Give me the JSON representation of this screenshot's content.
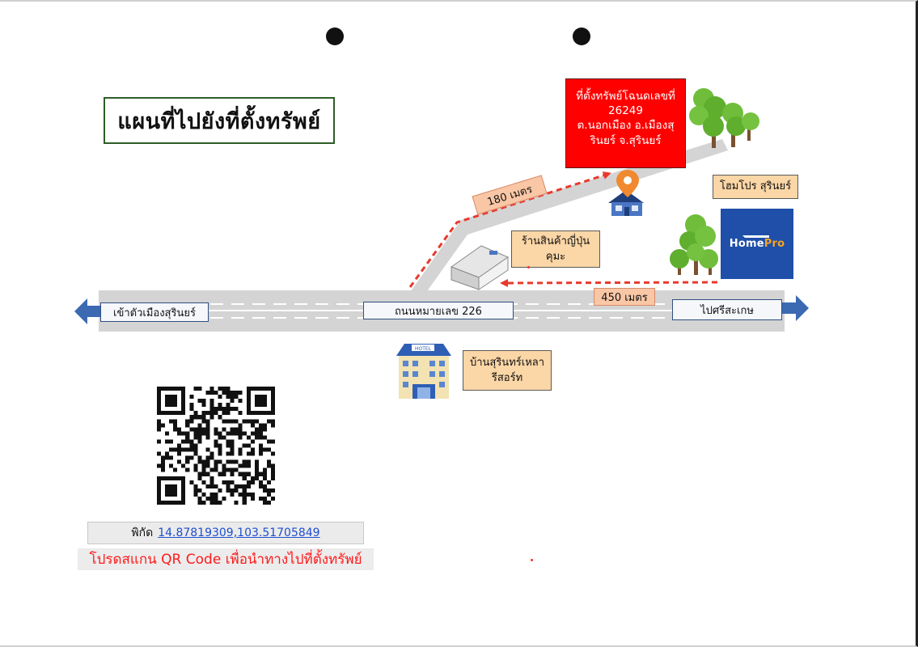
{
  "title": "แผนที่ไปยังที่ตั้งทรัพย์",
  "property_box": {
    "line1": "ที่ตั้งทรัพย์โฉนดเลขที่",
    "line2": "26249",
    "line3": "ต.นอกเมือง อ.เมืองสุ",
    "line4": "รินยร์ จ.สุรินยร์"
  },
  "road": {
    "left_label": "เข้าตัวเมืองสุรินยร์",
    "center_label": "ถนนหมายเลข 226",
    "right_label": "ไปศรีสะเกษ"
  },
  "distances": {
    "to_property": "180 เมตร",
    "from_homepro": "450 เมตร"
  },
  "landmarks": {
    "homepro_label": "โฮมโปร สุรินยร์",
    "homepro_logo_part1": "Home",
    "homepro_logo_part2": "Pro",
    "kumae_line1": "ร้านสินค้าญี่ปุ่น",
    "kumae_line2": "คุมะ",
    "hotel_line1": "บ้านสุรินทร์เหลา",
    "hotel_line2": "รีสอร์ท",
    "hotel_sign": "HOTEL"
  },
  "coordinates": {
    "label": "พิกัด",
    "value": "14.87819309,103.51705849"
  },
  "scan_note": "โปรดสแกน QR Code เพื่อนำทางไปที่ตั้งทรัพย์",
  "colors": {
    "route_arrow": "#e8392d",
    "road_gray": "#d4d4d4",
    "property_box": "#ff0000",
    "homepro_blue": "#1f4fa8",
    "direction_arrow": "#3b6ab3"
  },
  "icons": [
    "map-pin-icon",
    "house-icon",
    "warehouse-icon",
    "hotel-icon",
    "tree-icon",
    "qr-code-icon",
    "arrow-left-icon",
    "arrow-right-icon"
  ]
}
